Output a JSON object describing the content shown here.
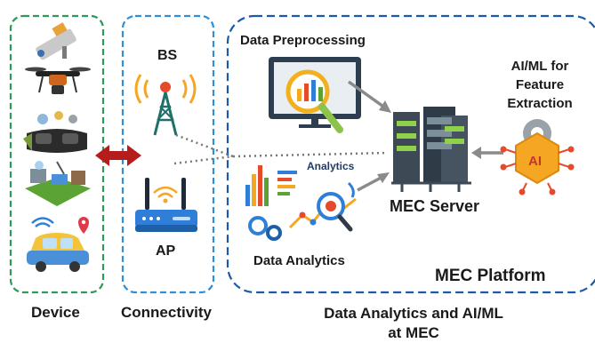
{
  "labels": {
    "bs": "BS",
    "ap": "AP",
    "data_preprocessing": "Data Preprocessing",
    "aiml_feature_extraction": [
      "AI/ML for",
      "Feature",
      "Extraction"
    ],
    "ai_chip": "AI",
    "analytics": "Analytics",
    "mec_server": "MEC Server",
    "data_analytics": "Data Analytics",
    "mec_platform": "MEC Platform",
    "device": "Device",
    "connectivity": "Connectivity",
    "data_analytics_aiml": [
      "Data Analytics and AI/ML",
      "at MEC"
    ]
  },
  "colors": {
    "device_border": "#2e9a58",
    "connectivity_border": "#2f8fd8",
    "mec_border": "#1c5aa8",
    "double_arrow": "#b51c1c",
    "signal": "#f5a623",
    "server": "#3d4a56",
    "arrow_gray": "#8a8a8a"
  },
  "icons": [
    "security-camera-icon",
    "drone-icon",
    "vr-headset-icon",
    "smart-factory-icon",
    "connected-car-icon",
    "cell-tower-icon",
    "wifi-router-icon",
    "monitor-magnifier-icon",
    "server-rack-icon",
    "ai-chip-icon",
    "analytics-graph-icon"
  ]
}
